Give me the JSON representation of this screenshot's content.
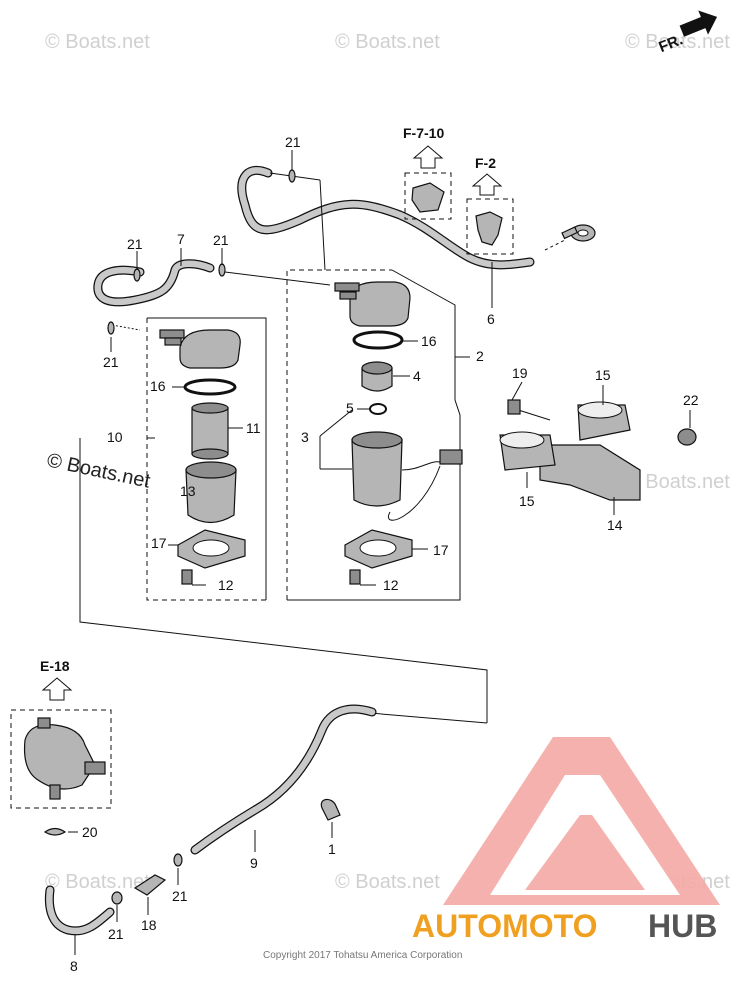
{
  "watermark": {
    "text": "© Boats.net",
    "large_text": "© Boats.net"
  },
  "direction_marker": {
    "text": "FR."
  },
  "references": {
    "f710": "F-7-10",
    "f2": "F-2",
    "e18": "E-18"
  },
  "callouts": {
    "c21a": "21",
    "c7": "7",
    "c21b": "21",
    "c21c": "21",
    "c21d": "21",
    "c6": "6",
    "c2": "2",
    "c16a": "16",
    "c16b": "16",
    "c4": "4",
    "c5": "5",
    "c3": "3",
    "c11": "11",
    "c10": "10",
    "c13": "13",
    "c17a": "17",
    "c17b": "17",
    "c12a": "12",
    "c12b": "12",
    "c19": "19",
    "c15a": "15",
    "c15b": "15",
    "c22": "22",
    "c14": "14",
    "c1": "1",
    "c9": "9",
    "c20": "20",
    "c21e": "21",
    "c18": "18",
    "c21f": "21",
    "c8": "8"
  },
  "logo": {
    "brand_a": "AUTOMOTO",
    "brand_b": "HUB",
    "colors": {
      "brand": "#e8433c",
      "hub": "#555555",
      "fill": "#f4a9a4"
    }
  },
  "copyright": "Copyright 2017 Tohatsu America Corporation"
}
